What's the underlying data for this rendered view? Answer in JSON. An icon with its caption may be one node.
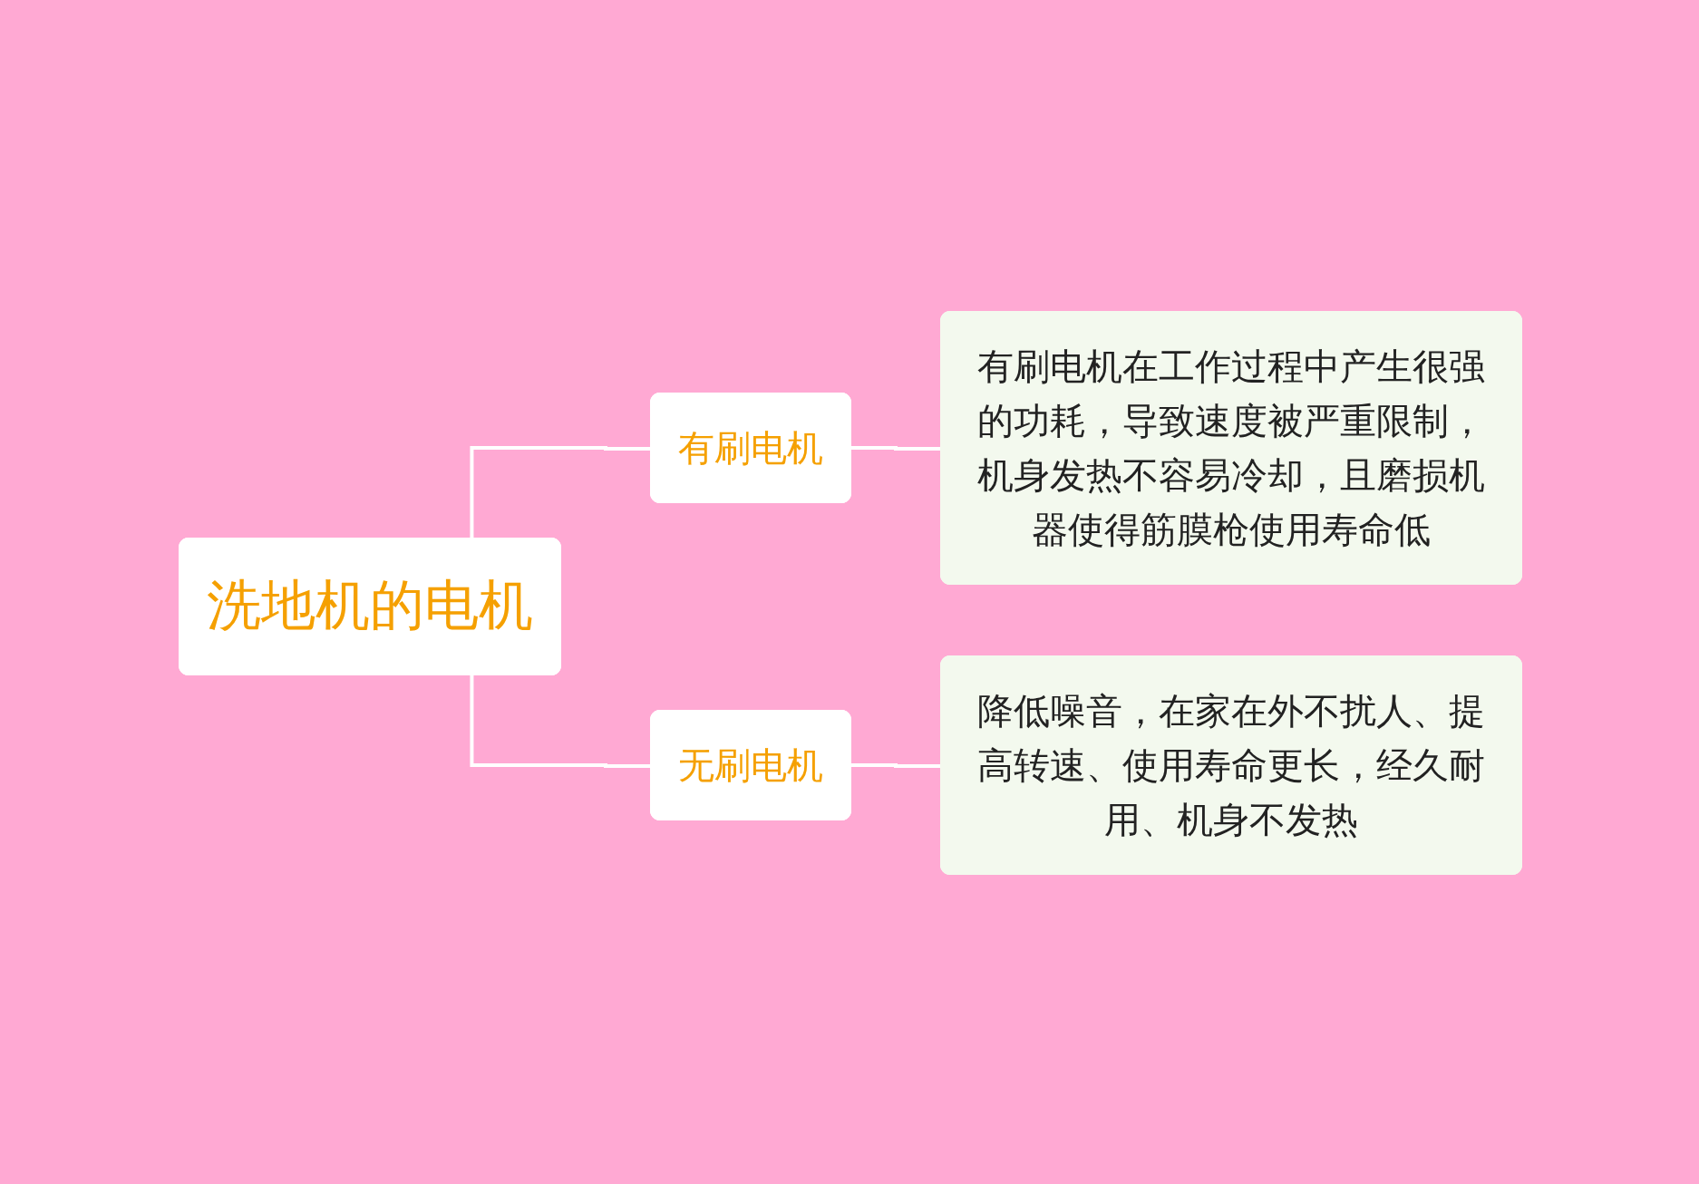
{
  "diagram": {
    "nodes": [
      {
        "text": [
          "洗地机的电机"
        ]
      },
      {
        "text": [
          "有刷电机"
        ]
      },
      {
        "text": [
          "有刷电机在工作过程中产生很强的功耗，导致速度被严重限制，机身发热不容易冷却，且磨损机器使得筋膜枪使用寿命低"
        ]
      },
      {
        "text": [
          "无刷电机"
        ]
      },
      {
        "text": [
          "降低噪音，在家在外不扰人、提高转速、使用寿命更长，经久耐用、机身不发热"
        ]
      }
    ],
    "edges": [
      {
        "from": 0,
        "to": 1,
        "arrow": "none"
      },
      {
        "from": 0,
        "to": 3,
        "arrow": "none"
      },
      {
        "from": 1,
        "to": 2,
        "arrow": "none"
      },
      {
        "from": 3,
        "to": 4,
        "arrow": "none"
      }
    ]
  }
}
